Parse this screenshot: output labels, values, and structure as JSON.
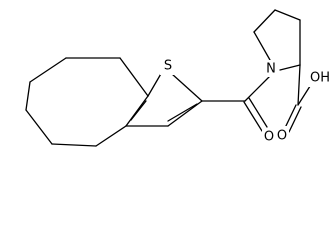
{
  "molecule": {
    "atoms": {
      "sulfur": "S",
      "nitrogen": "N",
      "carbonyl_oxygen": "O",
      "hydroxyl": "OH"
    },
    "colors": {
      "bond": "#000000",
      "label": "#000000",
      "background": "#ffffff"
    }
  }
}
